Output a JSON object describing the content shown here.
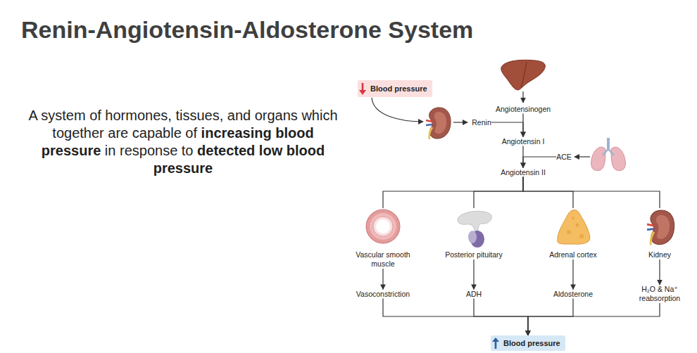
{
  "diagram": {
    "title": "Renin-Angiotensin-Aldosterone System",
    "nodes": [
      {
        "text": [
          "Blood pressure"
        ]
      },
      {
        "text": [
          "Renin"
        ]
      },
      {
        "text": [
          "Angiotensinogen"
        ]
      },
      {
        "text": [
          "Angiotensin I"
        ]
      },
      {
        "text": [
          "ACE"
        ]
      },
      {
        "text": [
          "Angiotensin II"
        ]
      },
      {
        "text": [
          "Vascular smooth muscle"
        ]
      },
      {
        "text": [
          "Posterior pituitary"
        ]
      },
      {
        "text": [
          "Adrenal cortex"
        ]
      },
      {
        "text": [
          "Kidney"
        ]
      },
      {
        "text": [
          "Vasoconstriction"
        ]
      },
      {
        "text": [
          "ADH"
        ]
      },
      {
        "text": [
          "Aldosterone"
        ]
      },
      {
        "text": [
          "H₂O & Na⁺ reabsorption"
        ]
      },
      {
        "text": [
          "Blood pressure"
        ]
      }
    ],
    "edges": [
      {
        "from": 2,
        "to": 3,
        "arrow": "to"
      },
      {
        "from": 1,
        "to": 3,
        "arrow": "to"
      },
      {
        "from": 3,
        "to": 5,
        "arrow": "to"
      },
      {
        "from": 4,
        "to": 5,
        "arrow": "to"
      },
      {
        "from": 5,
        "to": 6,
        "arrow": "none"
      },
      {
        "from": 5,
        "to": 7,
        "arrow": "none"
      },
      {
        "from": 5,
        "to": 8,
        "arrow": "none"
      },
      {
        "from": 5,
        "to": 9,
        "arrow": "none"
      },
      {
        "from": 6,
        "to": 10,
        "arrow": "to"
      },
      {
        "from": 7,
        "to": 11,
        "arrow": "to"
      },
      {
        "from": 8,
        "to": 12,
        "arrow": "to"
      },
      {
        "from": 9,
        "to": 13,
        "arrow": "to"
      },
      {
        "from": 10,
        "to": 14,
        "arrow": "to"
      },
      {
        "from": 11,
        "to": 14,
        "arrow": "to"
      },
      {
        "from": 12,
        "to": 14,
        "arrow": "to"
      },
      {
        "from": 13,
        "to": 14,
        "arrow": "to"
      }
    ],
    "labels": [
      "A system of hormones, tissues, and organs which together are capable of",
      "increasing blood pressure",
      "in response to",
      "detected low blood pressure"
    ]
  }
}
